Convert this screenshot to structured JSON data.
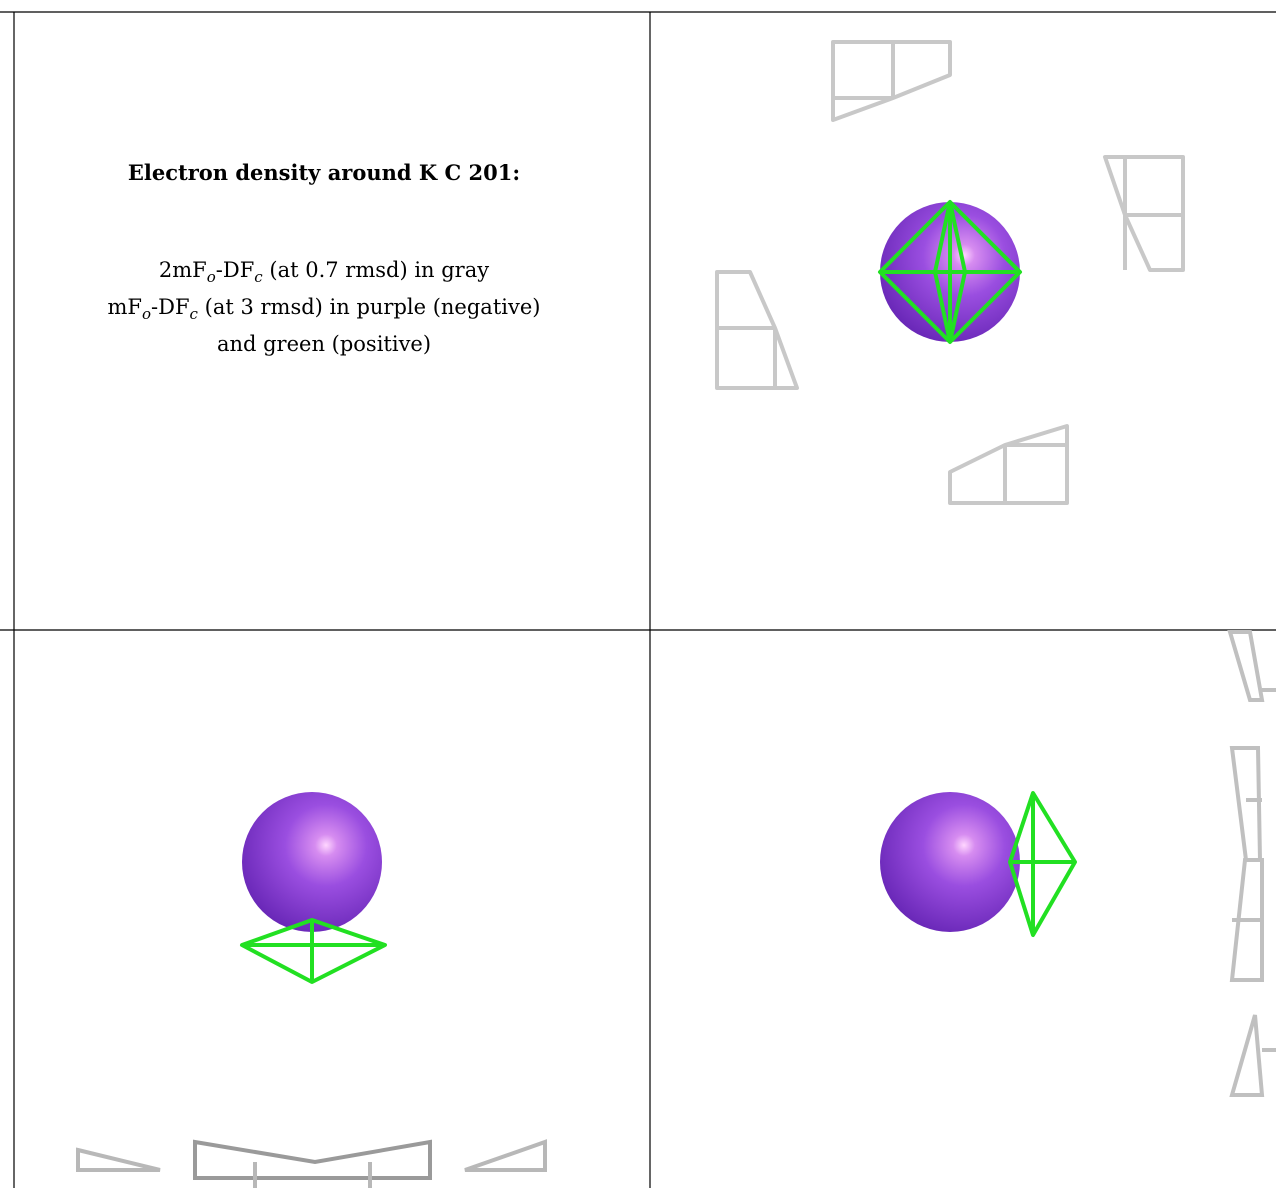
{
  "caption": {
    "title": "Electron density around K C 201:",
    "line1_pre": "2mF",
    "line1_sub1": "o",
    "line1_mid": "-DF",
    "line1_sub2": "c",
    "line1_post": " (at 0.7 rmsd) in gray",
    "line2_pre": "mF",
    "line2_sub1": "o",
    "line2_mid": "-DF",
    "line2_sub2": "c",
    "line2_post": " (at 3 rmsd) in purple (negative)",
    "line3": "and green (positive)"
  },
  "colors": {
    "density_gray": "#c8c8c8",
    "density_dark": "#808080",
    "sphere_purple": "#8a3fd6",
    "positive_green": "#22e022",
    "grid_line": "#000000"
  },
  "panels": [
    {
      "id": "top-right",
      "view": "front"
    },
    {
      "id": "bottom-left",
      "view": "side"
    },
    {
      "id": "bottom-right",
      "view": "top"
    }
  ]
}
